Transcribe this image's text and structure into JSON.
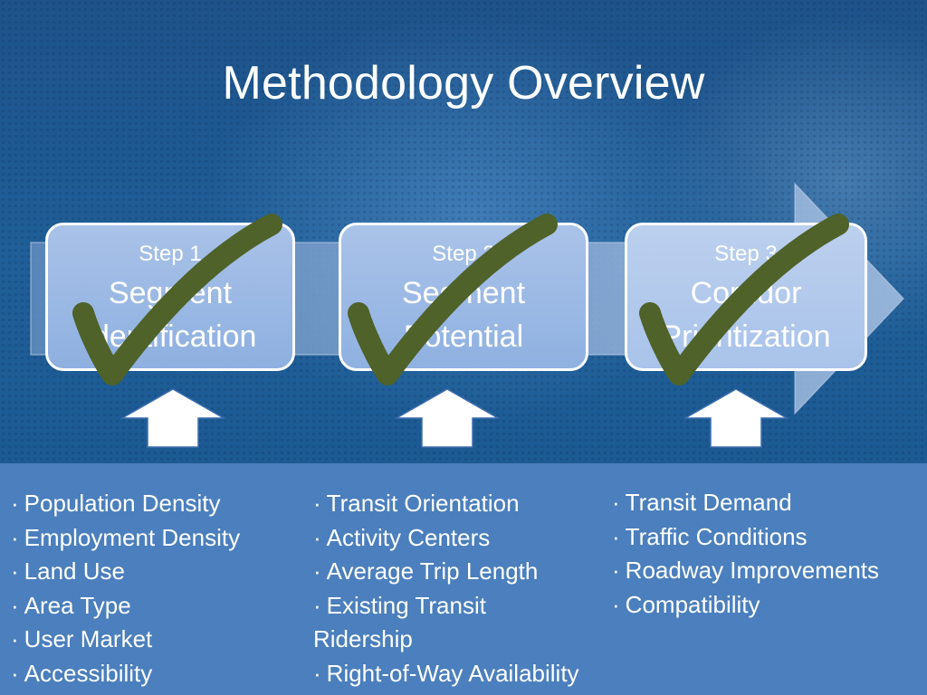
{
  "slide": {
    "title": "Methodology Overview",
    "colors": {
      "background_top": "#1e5289",
      "background_bottom": "#4b7fbd",
      "checkmark": "#4e6229",
      "text": "#ffffff",
      "step_box": "#9db9e4"
    }
  },
  "steps": [
    {
      "number_label": "Step 1",
      "name": "Segment Identification"
    },
    {
      "number_label": "Step 2",
      "name": "Segment Potential"
    },
    {
      "number_label": "Step 3",
      "name": "Corridor Prioritization"
    }
  ],
  "icons": {
    "checkmark": "checkmark-icon",
    "up_arrow": "up-arrow-icon",
    "flow_arrow": "right-arrow-icon"
  },
  "criteria": {
    "bullet": "·",
    "step1": [
      "Population Density",
      "Employment Density",
      "Land Use",
      "Area Type",
      "User Market",
      "Accessibility"
    ],
    "step2": [
      "Transit Orientation",
      "Activity Centers",
      "Average Trip Length",
      "Existing Transit",
      "Ridership",
      "Right-of-Way Availability"
    ],
    "step3": [
      "Transit Demand",
      "Traffic Conditions",
      "Roadway Improvements",
      "Compatibility"
    ]
  }
}
